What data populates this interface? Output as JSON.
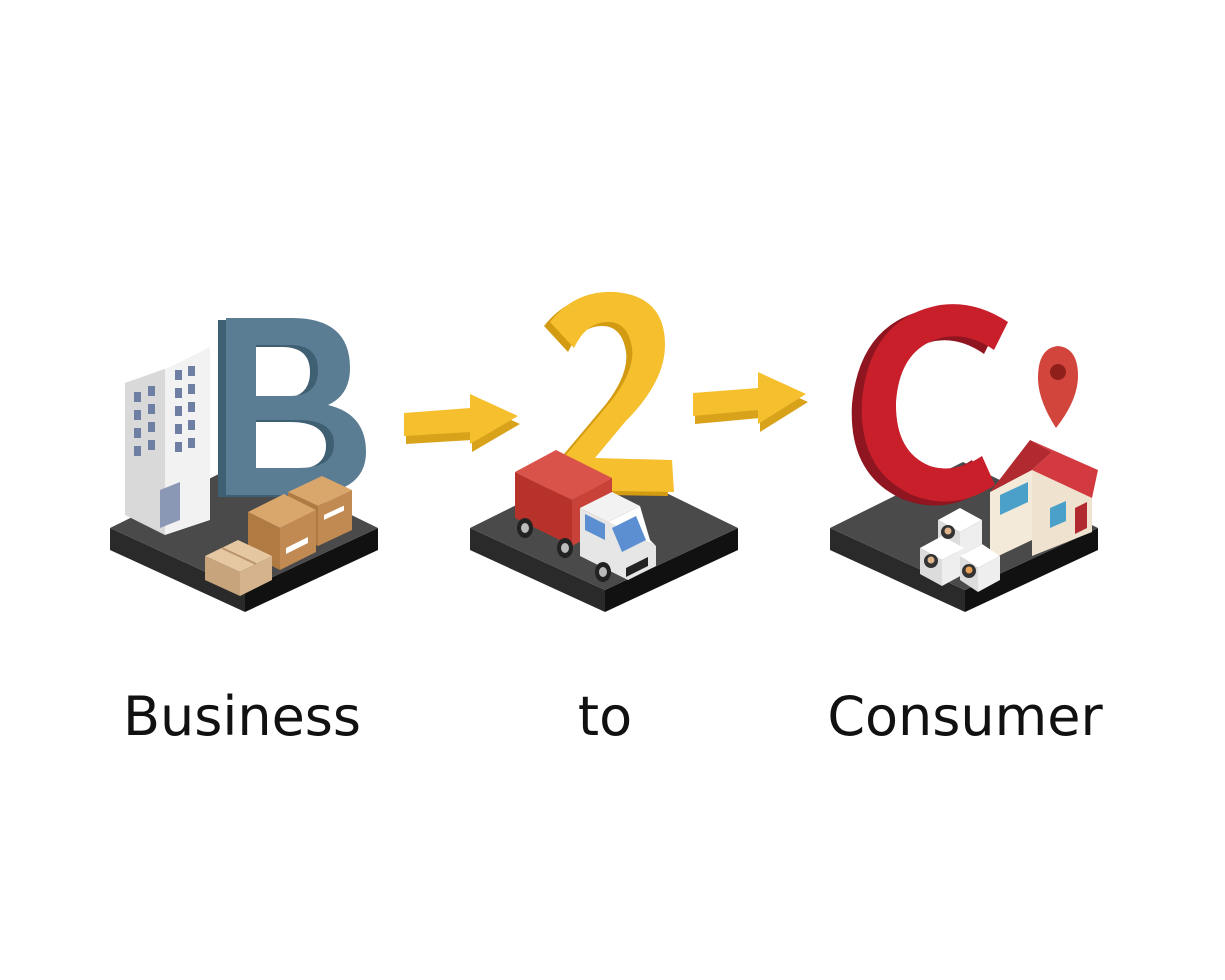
{
  "labels": {
    "business": "Business",
    "to": "to",
    "consumer": "Consumer"
  },
  "icons": {
    "b": "letter-b-with-office-building-and-boxes",
    "two": "number-2-with-delivery-truck",
    "c": "letter-c-with-house-location-pin-and-people",
    "arrow": "yellow-right-arrow"
  },
  "colors": {
    "letter_b": "#5a7d93",
    "number_2": "#f5bf2e",
    "letter_c": "#c91f2b",
    "arrow": "#f5bf2e",
    "platform_top": "#4a4a4a",
    "platform_side": "#1b1b1b",
    "caption_text": "#111111"
  }
}
